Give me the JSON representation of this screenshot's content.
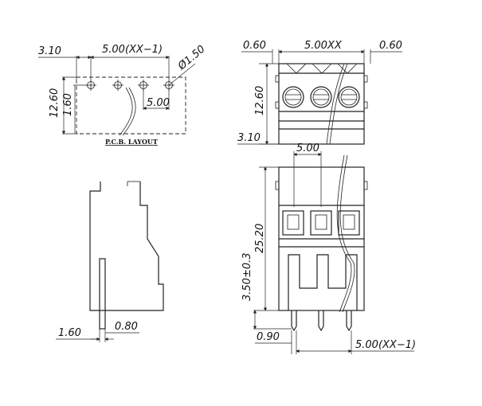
{
  "pcb_layout": {
    "dim_offset": "3.10",
    "dim_pitch_total": "5.00(XX−1)",
    "dim_hole": "Ø1.50",
    "dim_height": "12.60",
    "dim_inner": "1.60",
    "dim_pitch": "5.00",
    "caption": "P.C.B. LAYOUT"
  },
  "top_view": {
    "dim_left": "0.60",
    "dim_total": "5.00XX",
    "dim_right": "0.60",
    "dim_height": "12.60",
    "dim_bottom": "3.10"
  },
  "side_view": {
    "dim_pin_width": "1.60",
    "dim_pin_thickness": "0.80"
  },
  "front_view": {
    "dim_pitch": "5.00",
    "dim_total_height": "25.20",
    "dim_pin_length": "3.50±0.3",
    "dim_pin_offset": "0.90",
    "dim_pitch_total": "5.00(XX−1)"
  }
}
